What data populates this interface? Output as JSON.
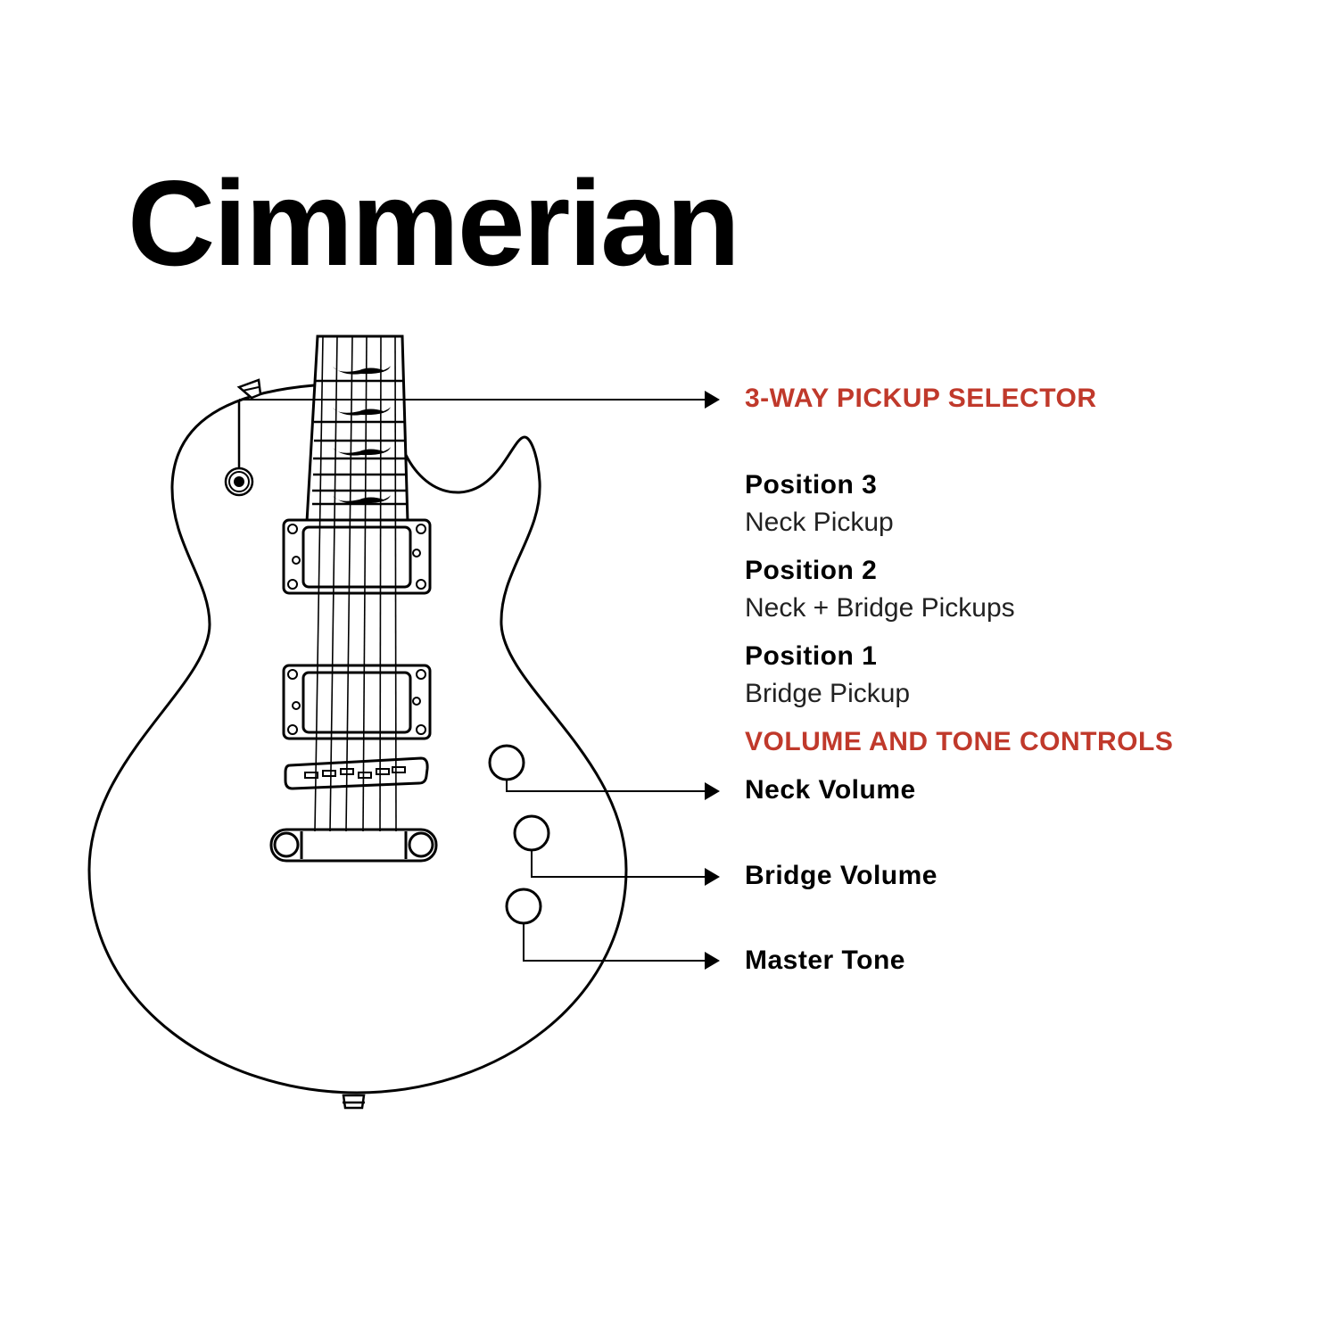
{
  "title": "Cimmerian",
  "colors": {
    "accent": "#c0392b",
    "line": "#000000"
  },
  "selector": {
    "heading": "3-WAY PICKUP SELECTOR",
    "positions": [
      {
        "name": "Position 3",
        "desc": "Neck Pickup"
      },
      {
        "name": "Position 2",
        "desc": "Neck + Bridge Pickups"
      },
      {
        "name": "Position 1",
        "desc": "Bridge Pickup"
      }
    ]
  },
  "controls": {
    "heading": "VOLUME AND TONE CONTROLS",
    "items": [
      "Neck Volume",
      "Bridge Volume",
      "Master Tone"
    ]
  }
}
